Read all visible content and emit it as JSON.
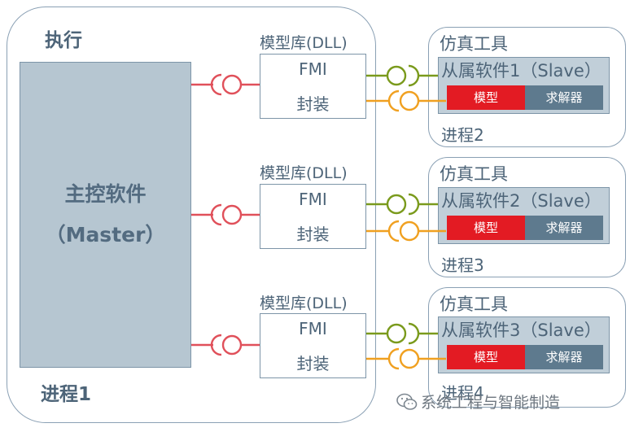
{
  "main": {
    "exec_label": "执行",
    "master_name": "主控软件",
    "master_role": "（Master）",
    "process_label": "进程1"
  },
  "libraries": [
    {
      "title": "模型库(DLL)",
      "fmi": "FMI",
      "wrap": "封装"
    },
    {
      "title": "模型库(DLL)",
      "fmi": "FMI",
      "wrap": "封装"
    },
    {
      "title": "模型库(DLL)",
      "fmi": "FMI",
      "wrap": "封装"
    }
  ],
  "tools": [
    {
      "title": "仿真工具",
      "slave": "从属软件1（Slave）",
      "model": "模型",
      "solver": "求解器",
      "process": "进程2"
    },
    {
      "title": "仿真工具",
      "slave": "从属软件2（Slave）",
      "model": "模型",
      "solver": "求解器",
      "process": "进程3"
    },
    {
      "title": "仿真工具",
      "slave": "从属软件3（Slave）",
      "model": "模型",
      "solver": "求解器",
      "process": "进程4"
    }
  ],
  "watermark": "系统工程与智能制造",
  "colors": {
    "master_link": "#e0505a",
    "fmi_link": "#7a9a1c",
    "wrap_link": "#f0a020",
    "model": "#e31b23",
    "solver": "#5e7a8e"
  }
}
